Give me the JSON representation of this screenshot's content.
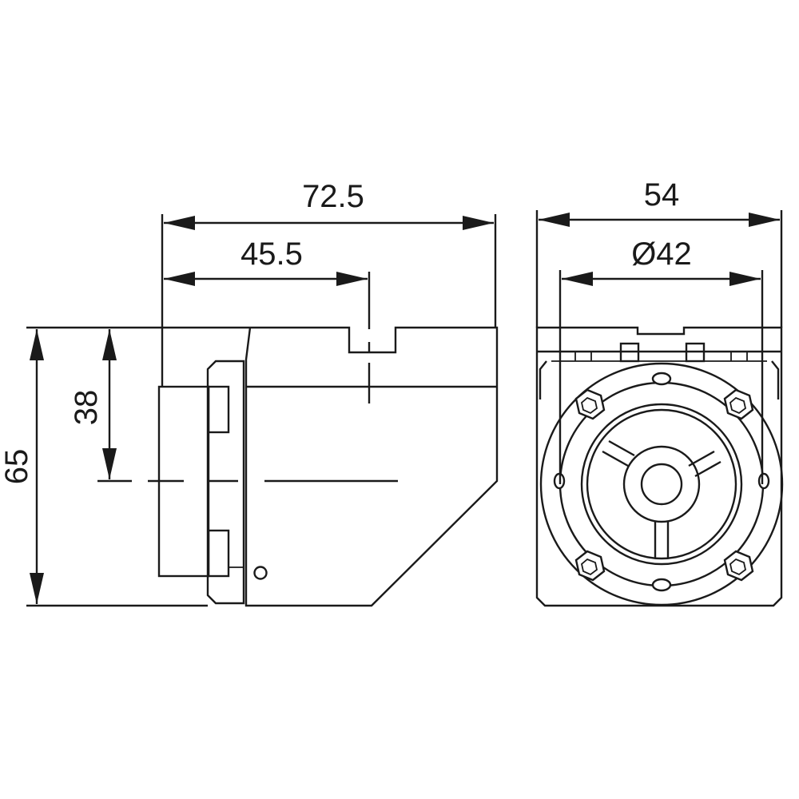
{
  "dimensions": {
    "side_overall_width": "72.5",
    "side_axis_offset": "45.5",
    "overall_height": "65",
    "axis_height": "38",
    "front_width": "54",
    "front_diameter": "Ø42"
  },
  "colors": {
    "line": "#1a1a1a",
    "background": "#ffffff"
  }
}
